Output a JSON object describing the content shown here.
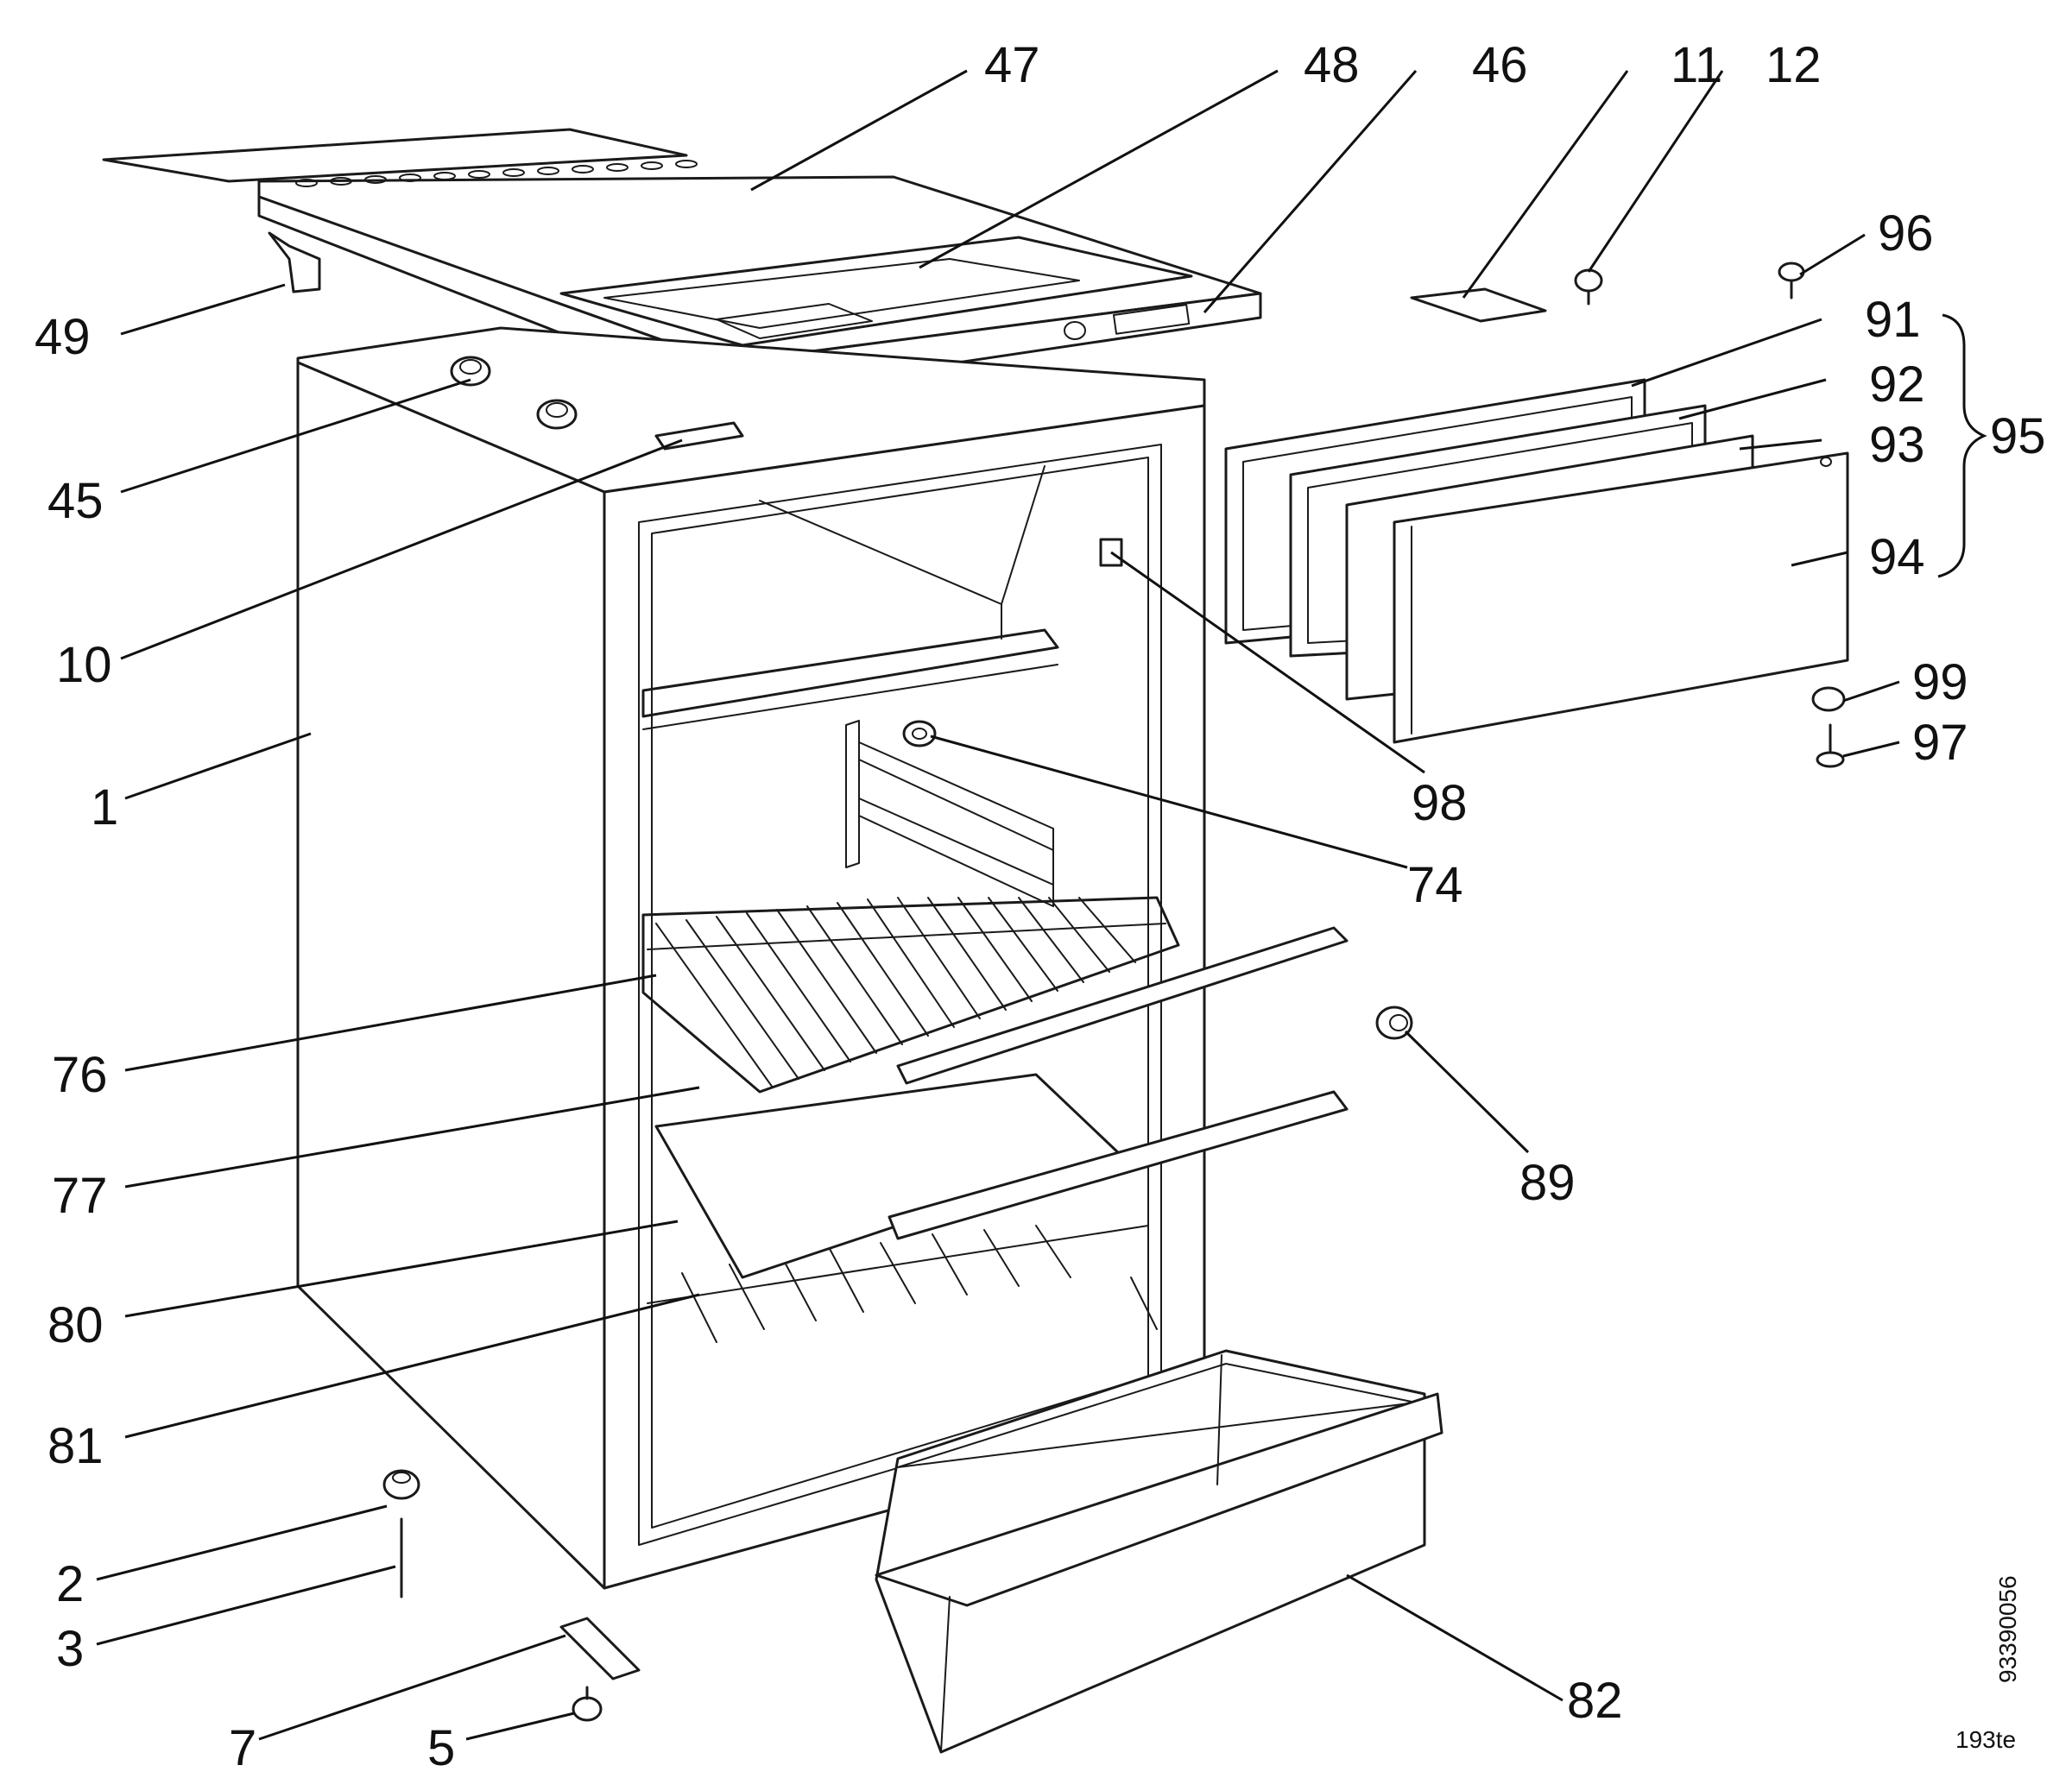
{
  "labels": [
    {
      "id": "47",
      "text": "47"
    },
    {
      "id": "48",
      "text": "48"
    },
    {
      "id": "46",
      "text": "46"
    },
    {
      "id": "11",
      "text": "11"
    },
    {
      "id": "12",
      "text": "12"
    },
    {
      "id": "96",
      "text": "96"
    },
    {
      "id": "91",
      "text": "91"
    },
    {
      "id": "92",
      "text": "92"
    },
    {
      "id": "93",
      "text": "93"
    },
    {
      "id": "95",
      "text": "95"
    },
    {
      "id": "94",
      "text": "94"
    },
    {
      "id": "99",
      "text": "99"
    },
    {
      "id": "97",
      "text": "97"
    },
    {
      "id": "49",
      "text": "49"
    },
    {
      "id": "45",
      "text": "45"
    },
    {
      "id": "10",
      "text": "10"
    },
    {
      "id": "1",
      "text": "1"
    },
    {
      "id": "98",
      "text": "98"
    },
    {
      "id": "74",
      "text": "74"
    },
    {
      "id": "76",
      "text": "76"
    },
    {
      "id": "77",
      "text": "77"
    },
    {
      "id": "80",
      "text": "80"
    },
    {
      "id": "81",
      "text": "81"
    },
    {
      "id": "89",
      "text": "89"
    },
    {
      "id": "2",
      "text": "2"
    },
    {
      "id": "3",
      "text": "3"
    },
    {
      "id": "7",
      "text": "7"
    },
    {
      "id": "5",
      "text": "5"
    },
    {
      "id": "82",
      "text": "82"
    }
  ],
  "drawing_number": "93390056",
  "drawing_code": "193te"
}
